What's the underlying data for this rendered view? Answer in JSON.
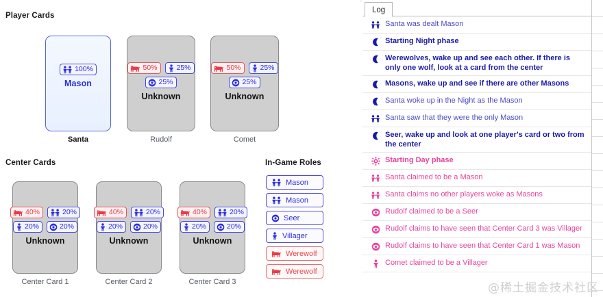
{
  "sections": {
    "player_cards_title": "Player Cards",
    "center_cards_title": "Center Cards",
    "roles_title": "In-Game Roles"
  },
  "player_cards": [
    {
      "name": "Santa",
      "known": true,
      "inner_label": "Mason",
      "badges": [
        [
          {
            "icon": "mason-icon",
            "pct": "100%",
            "team": "village"
          }
        ]
      ]
    },
    {
      "name": "Rudolf",
      "known": false,
      "inner_label": "Unknown",
      "badges": [
        [
          {
            "icon": "werewolf-icon",
            "pct": "50%",
            "team": "wolf"
          },
          {
            "icon": "villager-icon",
            "pct": "25%",
            "team": "village"
          }
        ],
        [
          {
            "icon": "seer-icon",
            "pct": "25%",
            "team": "village"
          }
        ]
      ]
    },
    {
      "name": "Comet",
      "known": false,
      "inner_label": "Unknown",
      "badges": [
        [
          {
            "icon": "werewolf-icon",
            "pct": "50%",
            "team": "wolf"
          },
          {
            "icon": "villager-icon",
            "pct": "25%",
            "team": "village"
          }
        ],
        [
          {
            "icon": "seer-icon",
            "pct": "25%",
            "team": "village"
          }
        ]
      ]
    }
  ],
  "center_cards": [
    {
      "name": "Center Card 1",
      "inner_label": "Unknown",
      "badges": [
        [
          {
            "icon": "werewolf-icon",
            "pct": "40%",
            "team": "wolf"
          },
          {
            "icon": "mason-icon",
            "pct": "20%",
            "team": "village"
          }
        ],
        [
          {
            "icon": "villager-icon",
            "pct": "20%",
            "team": "village"
          },
          {
            "icon": "seer-icon",
            "pct": "20%",
            "team": "village"
          }
        ]
      ]
    },
    {
      "name": "Center Card 2",
      "inner_label": "Unknown",
      "badges": [
        [
          {
            "icon": "werewolf-icon",
            "pct": "40%",
            "team": "wolf"
          },
          {
            "icon": "mason-icon",
            "pct": "20%",
            "team": "village"
          }
        ],
        [
          {
            "icon": "villager-icon",
            "pct": "20%",
            "team": "village"
          },
          {
            "icon": "seer-icon",
            "pct": "20%",
            "team": "village"
          }
        ]
      ]
    },
    {
      "name": "Center Card 3",
      "inner_label": "Unknown",
      "badges": [
        [
          {
            "icon": "werewolf-icon",
            "pct": "40%",
            "team": "wolf"
          },
          {
            "icon": "mason-icon",
            "pct": "20%",
            "team": "village"
          }
        ],
        [
          {
            "icon": "villager-icon",
            "pct": "20%",
            "team": "village"
          },
          {
            "icon": "seer-icon",
            "pct": "20%",
            "team": "village"
          }
        ]
      ]
    }
  ],
  "roles": [
    {
      "label": "Mason",
      "icon": "mason-icon",
      "team": "village"
    },
    {
      "label": "Mason",
      "icon": "mason-icon",
      "team": "village"
    },
    {
      "label": "Seer",
      "icon": "seer-icon",
      "team": "village"
    },
    {
      "label": "Villager",
      "icon": "villager-icon",
      "team": "village"
    },
    {
      "label": "Werewolf",
      "icon": "werewolf-icon",
      "team": "wolf"
    },
    {
      "label": "Werewolf",
      "icon": "werewolf-icon",
      "team": "wolf"
    }
  ],
  "log_panel": {
    "tab_label": "Log",
    "entries": [
      {
        "icon": "mason-icon",
        "text": "Santa was dealt Mason",
        "phase": "night",
        "emphasis": "normal"
      },
      {
        "icon": "moon-icon",
        "text": "Starting Night phase",
        "phase": "night",
        "emphasis": "bold"
      },
      {
        "icon": "moon-icon",
        "text": "Werewolves, wake up and see each other. If there is only one wolf, look at a card from the center",
        "phase": "night",
        "emphasis": "bold"
      },
      {
        "icon": "moon-icon",
        "text": "Masons, wake up and see if there are other Masons",
        "phase": "night",
        "emphasis": "bold"
      },
      {
        "icon": "moon-icon",
        "text": "Santa woke up in the Night as the Mason",
        "phase": "night",
        "emphasis": "normal"
      },
      {
        "icon": "mason-icon",
        "text": "Santa saw that they were the only Mason",
        "phase": "night",
        "emphasis": "normal"
      },
      {
        "icon": "moon-icon",
        "text": "Seer, wake up and look at one player's card or two from the center",
        "phase": "night",
        "emphasis": "bold"
      },
      {
        "icon": "sun-icon",
        "text": "Starting Day phase",
        "phase": "day",
        "emphasis": "bold"
      },
      {
        "icon": "mason-icon",
        "text": "Santa claimed to be a Mason",
        "phase": "day",
        "emphasis": "normal"
      },
      {
        "icon": "mason-icon",
        "text": "Santa claims no other players woke as Masons",
        "phase": "day",
        "emphasis": "normal"
      },
      {
        "icon": "seer-icon",
        "text": "Rudolf claimed to be a Seer",
        "phase": "day",
        "emphasis": "normal"
      },
      {
        "icon": "seer-icon",
        "text": "Rudolf claims to have seen that Center Card 3 was Villager",
        "phase": "day",
        "emphasis": "normal"
      },
      {
        "icon": "seer-icon",
        "text": "Rudolf claims to have seen that Center Card 1 was Mason",
        "phase": "day",
        "emphasis": "normal"
      },
      {
        "icon": "villager-icon",
        "text": "Comet claimed to be a Villager",
        "phase": "day",
        "emphasis": "normal"
      }
    ]
  },
  "watermark": "@稀土掘金技术社区",
  "colors": {
    "village_accent": "#2b2be0",
    "wolf_accent": "#e63b46",
    "night_text": "#1a1aa8",
    "day_text": "#e8449c",
    "card_unknown_bg": "#cfcfcf",
    "card_known_bg": "#eef4ff"
  }
}
